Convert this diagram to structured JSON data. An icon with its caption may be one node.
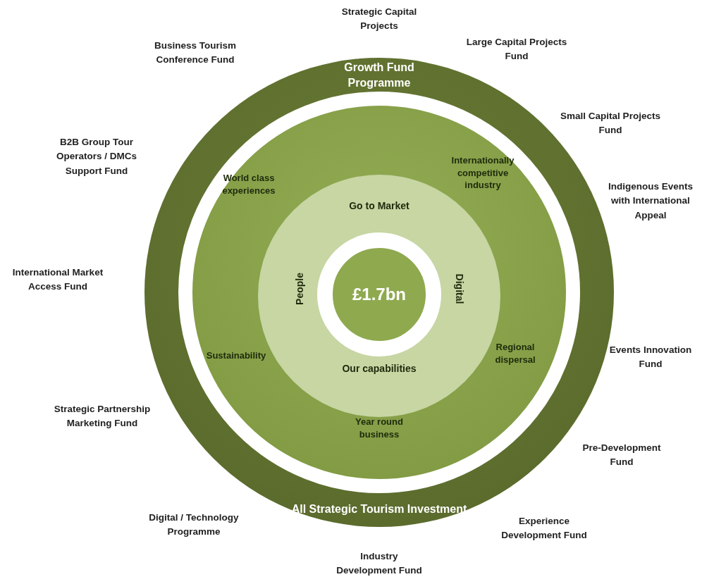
{
  "diagram": {
    "nodes": [
      {
        "text": [
          "Growth Fund Programme",
          "All Strategic Tourism Investment"
        ]
      },
      {
        "text": [
          "World class experiences",
          "Internationally competitive industry",
          "Sustainability",
          "Regional dispersal",
          "Year round business"
        ],
        "in": 0
      },
      {
        "text": [
          "Go to Market",
          "People",
          "Digital",
          "Our capabilities"
        ],
        "in": 1
      },
      {
        "text": [
          "£1.7bn"
        ],
        "in": 2
      }
    ],
    "edges": [],
    "labels": [
      "Strategic Capital Projects",
      "Business Tourism Conference Fund",
      "Large Capital Projects Fund",
      "Small Capital Projects Fund",
      "B2B Group Tour Operators / DMCs Support Fund",
      "Indigenous Events with International Appeal",
      "International Market Access Fund",
      "Events Innovation Fund",
      "Strategic Partnership Marketing Fund",
      "Pre-Development Fund",
      "Digital / Technology Programme",
      "Experience Development Fund",
      "Industry Development Fund"
    ]
  }
}
